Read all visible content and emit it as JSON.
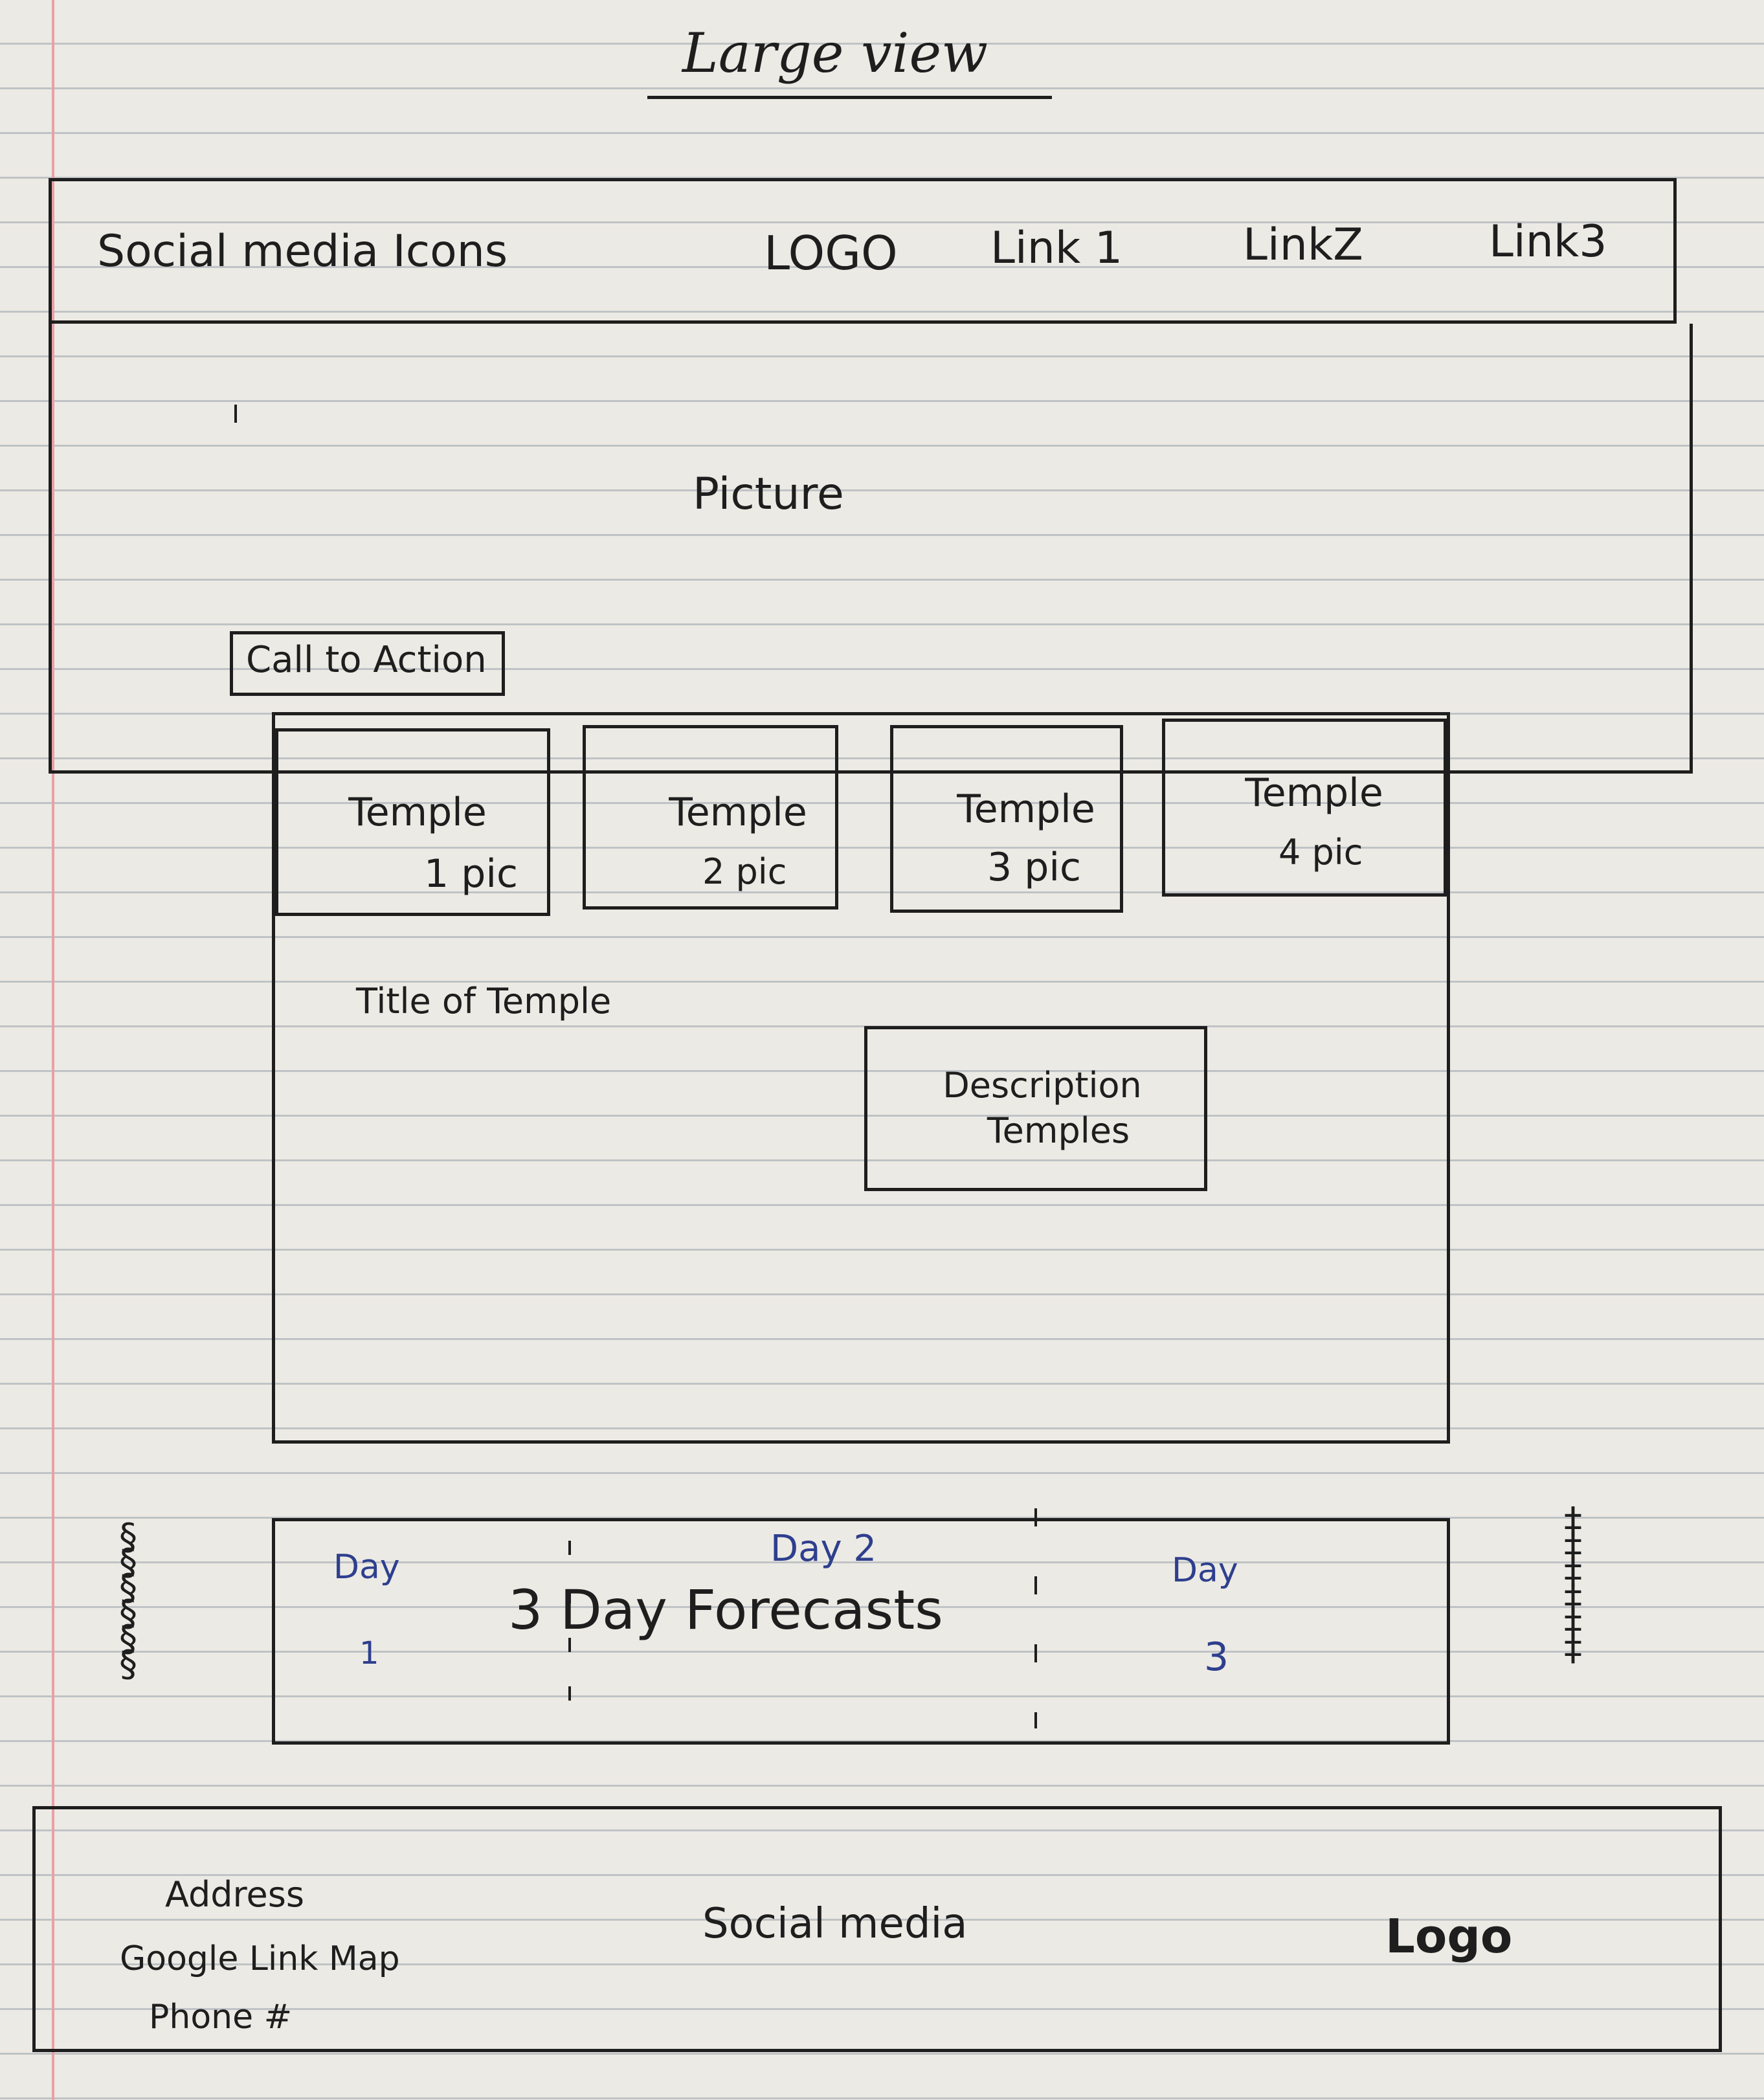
{
  "page_title": "Large view",
  "header": {
    "social_icons_label": "Social media Icons",
    "logo_label": "LOGO",
    "links": [
      "Link 1",
      "LinkZ",
      "Link3"
    ]
  },
  "hero": {
    "picture_label": "Picture",
    "cta_label": "Call to Action"
  },
  "temples": {
    "thumbnails": [
      {
        "line1": "Temple",
        "line2": "1 pic"
      },
      {
        "line1": "Temple",
        "line2": "2 pic"
      },
      {
        "line1": "Temple",
        "line2": "3 pic"
      },
      {
        "line1": "Temple",
        "line2": "4 pic"
      }
    ],
    "title_label": "Title of Temple",
    "description_line1": "Description",
    "description_line2": "Temples"
  },
  "forecast": {
    "heading": "3 Day Forecasts",
    "day1_line1": "Day",
    "day1_line2": "1",
    "day2_label": "Day 2",
    "day3_line1": "Day",
    "day3_line2": "3"
  },
  "footer": {
    "address_label": "Address",
    "map_label": "Google Link Map",
    "phone_label": "Phone #",
    "social_label": "Social media",
    "logo_label": "Logo"
  },
  "colors": {
    "paper": "#eceae4",
    "ruled_line": "#bfc3c6",
    "margin_line": "#e8a0a8",
    "ink_black": "#1e1e1e",
    "ink_blue": "#2e3f8e"
  }
}
